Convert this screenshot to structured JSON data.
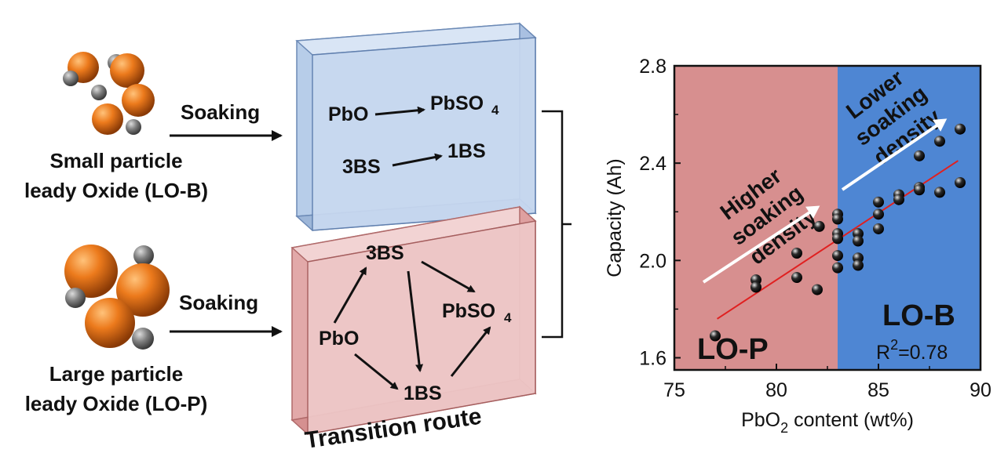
{
  "left": {
    "top_group": {
      "step_label": "Soaking",
      "name_line1": "Small particle",
      "name_line2": "leady Oxide (LO-B)"
    },
    "bottom_group": {
      "step_label": "Soaking",
      "name_line1": "Large particle",
      "name_line2": "leady Oxide (LO-P)"
    }
  },
  "middle": {
    "top_box": {
      "row1_from": "PbO",
      "row1_to": "PbSO",
      "row1_to_sub": "4",
      "row2_from": "3BS",
      "row2_to": "1BS"
    },
    "bottom_box": {
      "node_3bs": "3BS",
      "node_pbo": "PbO",
      "node_pbso4": "PbSO",
      "node_pbso4_sub": "4",
      "node_1bs": "1BS"
    },
    "caption": "Transition route"
  },
  "chart_data": {
    "type": "scatter",
    "xlabel_main": "PbO",
    "xlabel_sub": "2",
    "xlabel_rest": " content (wt%)",
    "ylabel": "Capacity (Ah)",
    "xlim": [
      75,
      90
    ],
    "ylim": [
      1.55,
      2.8
    ],
    "xticks": [
      "75",
      "80",
      "85",
      "90"
    ],
    "yticks": [
      "1.6",
      "2.0",
      "2.4",
      "2.8"
    ],
    "region_left": {
      "label": "LO-P",
      "x_range": [
        75,
        83
      ],
      "color": "#d78f8f"
    },
    "region_right": {
      "label": "LO-B",
      "x_range": [
        83,
        90
      ],
      "color": "#4e86d3"
    },
    "annotation_left": [
      "Higher",
      "soaking",
      "density"
    ],
    "annotation_right": [
      "Lower",
      "soaking",
      "density"
    ],
    "r2_label": "R",
    "r2_sup": "2",
    "r2_value": "=0.78",
    "fit_line": {
      "x": [
        77.1,
        88.9
      ],
      "y": [
        1.76,
        2.41
      ],
      "color": "#e02020"
    },
    "points": [
      [
        77,
        1.69
      ],
      [
        79,
        1.92
      ],
      [
        79,
        1.89
      ],
      [
        81,
        2.03
      ],
      [
        81,
        1.93
      ],
      [
        82,
        1.88
      ],
      [
        82.1,
        2.14
      ],
      [
        83,
        2.19
      ],
      [
        83,
        2.17
      ],
      [
        83,
        2.11
      ],
      [
        83,
        2.09
      ],
      [
        83,
        2.02
      ],
      [
        83,
        1.97
      ],
      [
        84,
        2.11
      ],
      [
        84,
        2.08
      ],
      [
        84,
        2.01
      ],
      [
        84,
        1.98
      ],
      [
        85,
        2.24
      ],
      [
        85,
        2.19
      ],
      [
        85,
        2.13
      ],
      [
        86,
        2.27
      ],
      [
        86,
        2.25
      ],
      [
        87,
        2.43
      ],
      [
        87,
        2.3
      ],
      [
        87,
        2.29
      ],
      [
        88,
        2.49
      ],
      [
        88,
        2.28
      ],
      [
        89,
        2.54
      ],
      [
        89,
        2.32
      ]
    ]
  },
  "colors": {
    "orange_particle": "#e8731a",
    "gray_particle": "#7a7a7a",
    "top_box_face": "#c9d9f0",
    "bottom_box_face": "#efc9c9"
  }
}
